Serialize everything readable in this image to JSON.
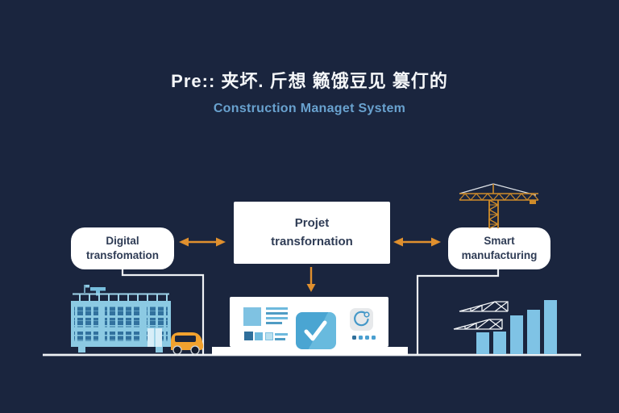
{
  "header": {
    "title": "Pre:: 夹坏. 斤想 籁饿豆见 篡仃的",
    "subtitle": "Construction Managet System"
  },
  "nodes": {
    "left": {
      "line1": "Digital",
      "line2": "transfomation"
    },
    "center": {
      "line1": "Projet",
      "line2": "transfornation"
    },
    "right": {
      "line1": "Smart",
      "line2": "manufacturing"
    }
  },
  "icons": {
    "left_illustration": "office-building-with-car",
    "center_illustration": "dashboard-with-checkmark",
    "right_illustration": "tower-crane-trusses-bar-chart",
    "check": "checkmark-icon",
    "sync": "circular-sync-icon"
  },
  "bar_chart": {
    "type": "bar",
    "values": [
      27,
      28,
      48,
      55,
      67
    ],
    "bar_color": "#7fc3e5"
  },
  "colors": {
    "background": "#1a253e",
    "accent_orange": "#e0902e",
    "crane_orange": "#cf8c2a",
    "panel_white": "#ffffff",
    "subtitle_blue": "#69a2cf",
    "node_text": "#2f3c55",
    "illustration_blue": "#8ccae3",
    "window_blue": "#31719e",
    "line_white": "#eef1f4"
  }
}
